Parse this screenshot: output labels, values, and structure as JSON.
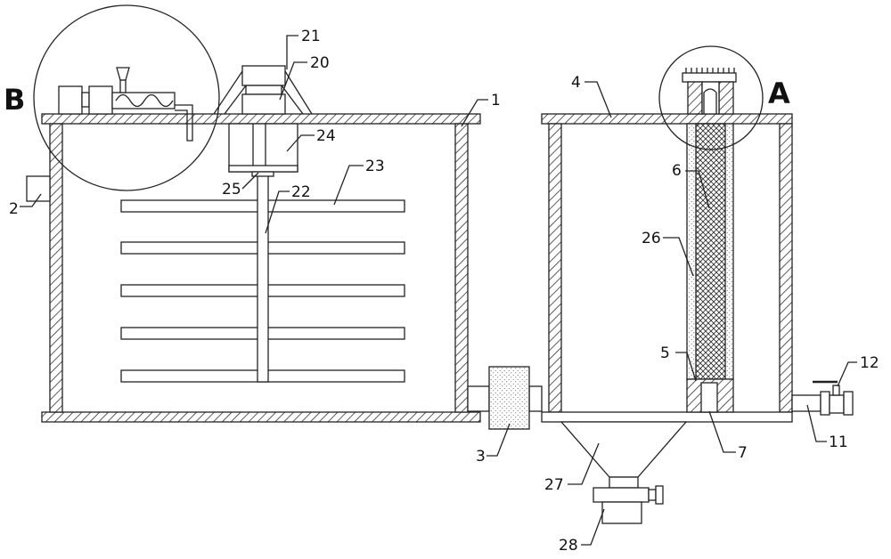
{
  "detail_markers": {
    "left": "B",
    "right": "A"
  },
  "part_labels": {
    "p1": "1",
    "p2": "2",
    "p3": "3",
    "p4": "4",
    "p5": "5",
    "p6": "6",
    "p7": "7",
    "p11": "11",
    "p12": "12",
    "p20": "20",
    "p21": "21",
    "p22": "22",
    "p23": "23",
    "p24": "24",
    "p25": "25",
    "p26": "26",
    "p27": "27",
    "p28": "28"
  }
}
